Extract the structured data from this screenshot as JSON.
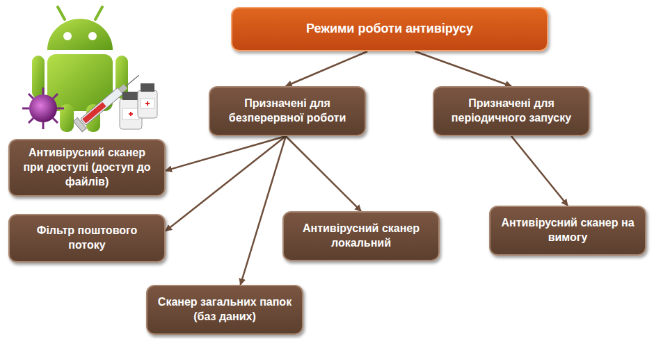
{
  "diagram": {
    "nodes": [
      {
        "text": [
          "Режими роботи антивірусу"
        ]
      },
      {
        "text": [
          "Призначені для безперервної роботи"
        ]
      },
      {
        "text": [
          "Призначені для періодичного запуску"
        ]
      },
      {
        "text": [
          "Антивірусний сканер при доступі (доступ до файлів)"
        ]
      },
      {
        "text": [
          "Фільтр поштового потоку"
        ]
      },
      {
        "text": [
          "Антивірусний сканер локальний"
        ]
      },
      {
        "text": [
          "Сканер загальних папок (баз даних)"
        ]
      },
      {
        "text": [
          "Антивірусний сканер на вимогу"
        ]
      }
    ],
    "edges": [
      {
        "from": 0,
        "to": 1,
        "arrow": "to"
      },
      {
        "from": 0,
        "to": 2,
        "arrow": "to"
      },
      {
        "from": 1,
        "to": 3,
        "arrow": "to"
      },
      {
        "from": 1,
        "to": 4,
        "arrow": "to"
      },
      {
        "from": 1,
        "to": 5,
        "arrow": "to"
      },
      {
        "from": 1,
        "to": 6,
        "arrow": "to"
      },
      {
        "from": 2,
        "to": 7,
        "arrow": "to"
      }
    ]
  }
}
